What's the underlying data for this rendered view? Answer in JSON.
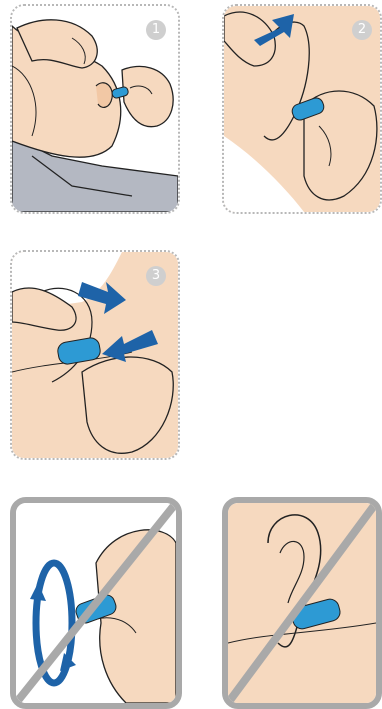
{
  "steps": [
    {
      "number": "1"
    },
    {
      "number": "2"
    },
    {
      "number": "3"
    }
  ],
  "colors": {
    "skin": "#f6d9bf",
    "skin_shade": "#f2c8a5",
    "earplug": "#2d9ad4",
    "arrow": "#1e63a8",
    "collar": "#b4b8c2",
    "frame_gray": "#a9a9a9",
    "line": "#222222"
  },
  "icons": {
    "step_badge": "numbered-circle-icon",
    "arrow": "blue-arrow-icon",
    "rotate": "rotate-arrows-icon",
    "prohibited": "diagonal-strike-icon"
  }
}
